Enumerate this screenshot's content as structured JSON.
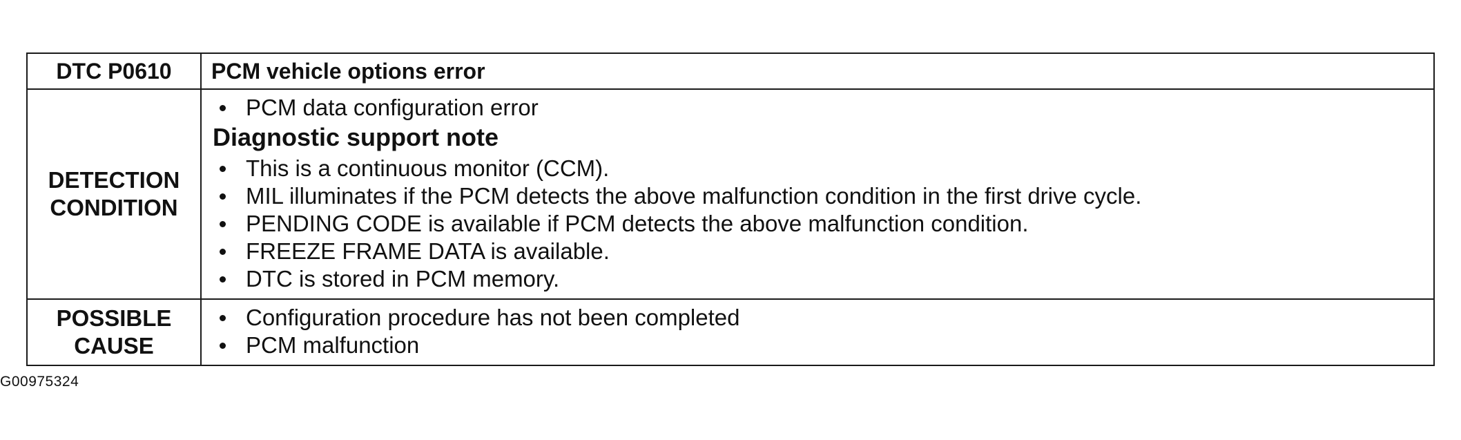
{
  "header": {
    "code": "DTC P0610",
    "title": "PCM vehicle options error"
  },
  "detection": {
    "label_line1": "DETECTION",
    "label_line2": "CONDITION",
    "items": [
      "PCM data configuration error"
    ],
    "note_heading": "Diagnostic support note",
    "note_items": [
      "This is a continuous monitor (CCM).",
      "MIL illuminates if the PCM detects the above malfunction condition in the first drive cycle.",
      "PENDING CODE is available if PCM detects the above malfunction condition.",
      "FREEZE FRAME DATA is available.",
      "DTC is stored in PCM memory."
    ]
  },
  "cause": {
    "label_line1": "POSSIBLE",
    "label_line2": "CAUSE",
    "items": [
      "Configuration procedure has not been completed",
      "PCM malfunction"
    ]
  },
  "figure_id": "G00975324"
}
